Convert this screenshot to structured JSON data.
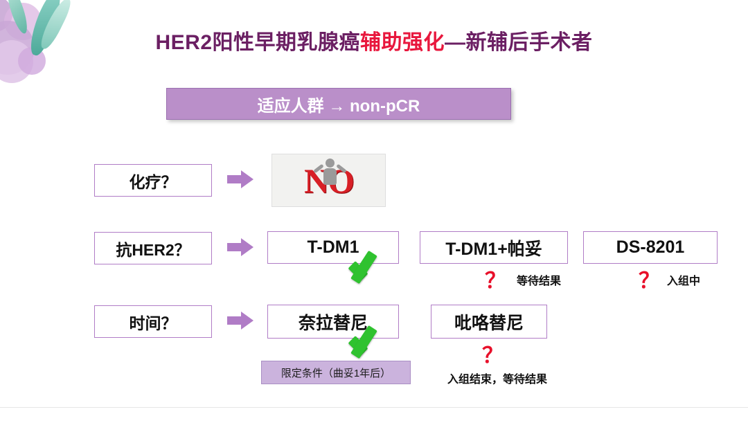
{
  "slide": {
    "title_main": "HER2阳性早期乳腺癌",
    "title_highlight": "辅助强化",
    "title_tail": "—新辅后手术者",
    "banner": "适应人群 → non-pCR",
    "accent_purple": "#6b1f63",
    "accent_red": "#e8173d",
    "box_border": "#b07cc6",
    "check_green": "#2fc22f"
  },
  "rows": [
    {
      "question": "化疗？",
      "answer_image_text": "NO"
    },
    {
      "question": "抗HER2？",
      "option_1": "T-DM1",
      "option_2": "T-DM1+帕妥",
      "option_2_note": "等待结果",
      "option_3": "DS-8201",
      "option_3_note": "入组中",
      "qmark": "？"
    },
    {
      "question": "时间？",
      "option_1": "奈拉替尼",
      "option_1_condition": "限定条件（曲妥1年后）",
      "option_2": "吡咯替尼",
      "option_2_note": "入组结束，等待结果",
      "qmark": "？"
    }
  ]
}
